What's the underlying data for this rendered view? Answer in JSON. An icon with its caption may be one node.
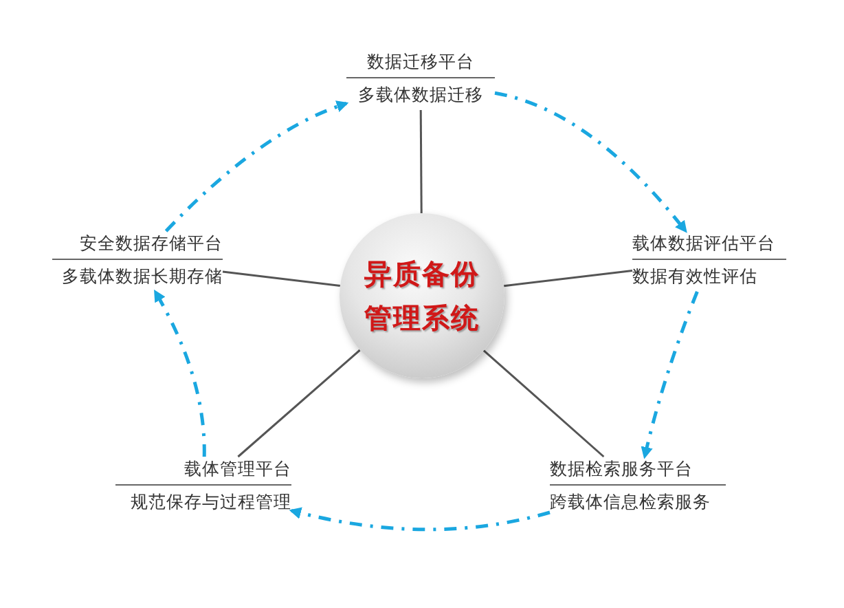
{
  "diagram": {
    "nodes": [
      {
        "text": [
          "异质备份管理系统"
        ]
      },
      {
        "text": [
          "数据迁移平台",
          "多载体数据迁移"
        ]
      },
      {
        "text": [
          "载体数据评估平台",
          "数据有效性评估"
        ]
      },
      {
        "text": [
          "数据检索服务平台",
          "跨载体信息检索服务"
        ]
      },
      {
        "text": [
          "载体管理平台",
          "规范保存与过程管理"
        ]
      },
      {
        "text": [
          "安全数据存储平台",
          "多载体数据长期存储"
        ]
      }
    ],
    "edges": [
      {
        "from": 0,
        "to": 1,
        "arrow": "none"
      },
      {
        "from": 0,
        "to": 2,
        "arrow": "none"
      },
      {
        "from": 0,
        "to": 3,
        "arrow": "none"
      },
      {
        "from": 0,
        "to": 4,
        "arrow": "none"
      },
      {
        "from": 0,
        "to": 5,
        "arrow": "none"
      },
      {
        "from": 1,
        "to": 2,
        "arrow": "to",
        "style": "dashed",
        "color": "#1aa7e0"
      },
      {
        "from": 2,
        "to": 3,
        "arrow": "to",
        "style": "dashed",
        "color": "#1aa7e0"
      },
      {
        "from": 3,
        "to": 4,
        "arrow": "to",
        "style": "dashed",
        "color": "#1aa7e0"
      },
      {
        "from": 4,
        "to": 5,
        "arrow": "to",
        "style": "dashed",
        "color": "#1aa7e0"
      },
      {
        "from": 5,
        "to": 1,
        "arrow": "to",
        "style": "dashed",
        "color": "#1aa7e0"
      }
    ]
  }
}
